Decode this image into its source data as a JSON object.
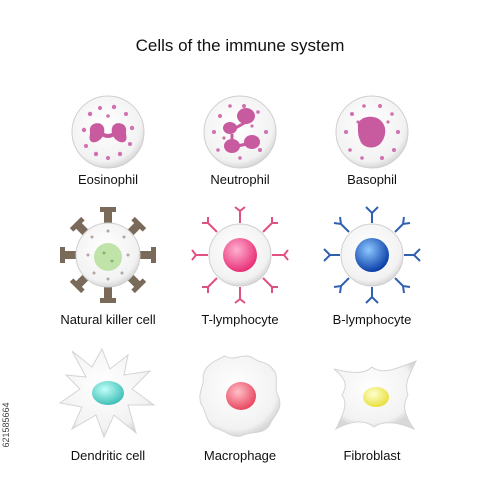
{
  "title": "Cells of the immune system",
  "cells": [
    {
      "name": "Eosinophil"
    },
    {
      "name": "Neutrophil"
    },
    {
      "name": "Basophil"
    },
    {
      "name": "Natural killer cell"
    },
    {
      "name": "T-lymphocyte"
    },
    {
      "name": "B-lymphocyte"
    },
    {
      "name": "Dendritic cell"
    },
    {
      "name": "Macrophage"
    },
    {
      "name": "Fibroblast"
    }
  ],
  "side_id": "621585664",
  "colors": {
    "granulocyte_nucleus": "#c85aa0",
    "granules": "#d070b0",
    "nk_receptor": "#7a6a5a",
    "nk_nucleus": "#b8e0a0",
    "t_receptor": "#e05080",
    "t_nucleus": "#f04080",
    "b_receptor": "#3060b0",
    "b_nucleus": "#1a5ac8",
    "dendritic_nucleus": "#60d0c8",
    "macrophage_nucleus": "#f06070",
    "fibroblast_nucleus": "#f0e860"
  }
}
